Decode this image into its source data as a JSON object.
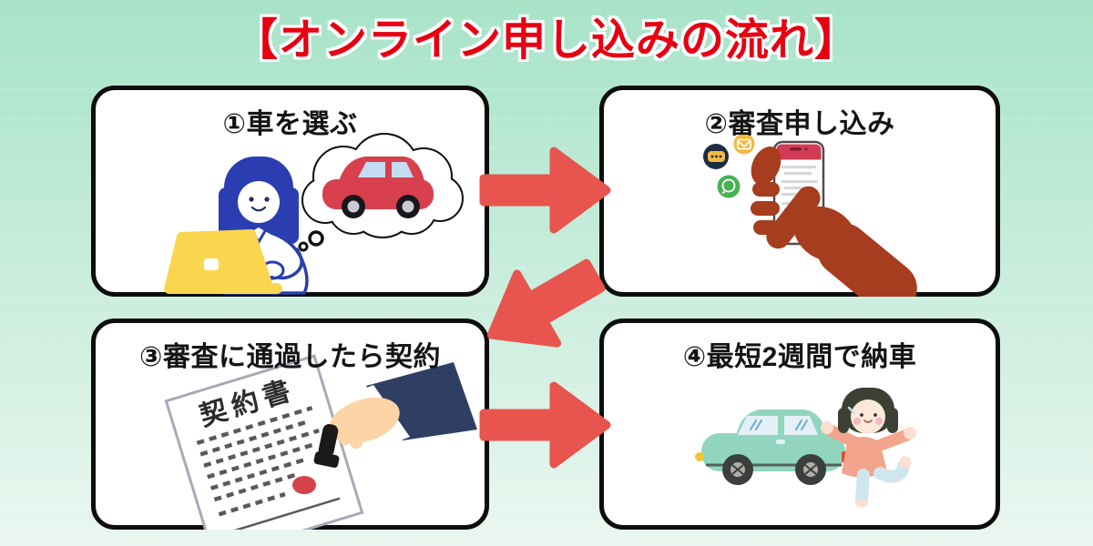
{
  "title": "【オンライン申し込みの流れ】",
  "steps": [
    {
      "label": "①車を選ぶ",
      "illustration": "woman-at-laptop-dreaming-of-car"
    },
    {
      "label": "②審査申し込み",
      "illustration": "hand-holding-smartphone-with-app-icons"
    },
    {
      "label": "③審査に通過したら契約",
      "illustration": "contract-paper-being-stamped"
    },
    {
      "label": "④最短2週間で納車",
      "illustration": "delivered-car-with-happy-person"
    }
  ],
  "contract_label": "契約書",
  "icons": [
    "chat-app-icon",
    "mail-app-icon",
    "whatsapp-app-icon"
  ],
  "colors": {
    "title_red": "#e60012",
    "arrow_red": "#e8544e",
    "bg_top": "#a7e3c8",
    "bg_bottom": "#eaf7f0",
    "box_border": "#0d0d0d",
    "box_bg": "#ffffff"
  }
}
